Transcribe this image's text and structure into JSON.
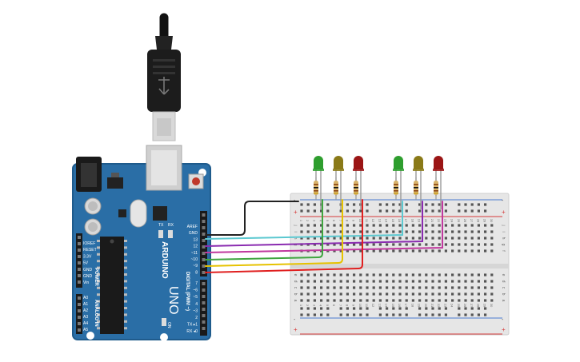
{
  "arduino": {
    "brand": "ARDUINO",
    "model": "UNO",
    "label_tx": "TX",
    "label_rx": "RX",
    "label_on": "ON",
    "label_power": "POWER",
    "label_analog_in": "ANALOG IN",
    "label_digital": "DIGITAL (PWM ~)",
    "power_pins": [
      "IOREF",
      "RESET",
      "3.3V",
      "5V",
      "GND",
      "GND",
      "Vin"
    ],
    "analog_pins": [
      "A0",
      "A1",
      "A2",
      "A3",
      "A4",
      "A5"
    ],
    "digital_top": [
      "AREF",
      "GND",
      "13",
      "12",
      "~11",
      "~10",
      "~9",
      "8"
    ],
    "digital_bottom": [
      "7",
      "~6",
      "~5",
      "4",
      "~3",
      "2",
      "TX ▸1",
      "RX ◂0"
    ]
  },
  "breadboard": {
    "rows_top": [
      "j",
      "i",
      "h",
      "g",
      "f"
    ],
    "rows_bottom": [
      "e",
      "d",
      "c",
      "b",
      "a"
    ],
    "column_numbers": [
      "1",
      "2",
      "3",
      "4",
      "5",
      "6",
      "7",
      "8",
      "9",
      "10",
      "11",
      "12",
      "13",
      "14",
      "15",
      "16",
      "17",
      "18",
      "19",
      "20",
      "21",
      "22",
      "23",
      "24",
      "25",
      "26",
      "27",
      "28",
      "29",
      "30"
    ],
    "rail_plus": "+",
    "rail_minus": "-"
  },
  "leds": [
    {
      "color": "#2e9e2e"
    },
    {
      "color": "#8a7a18"
    },
    {
      "color": "#9b1515"
    },
    {
      "color": "#2e9e2e"
    },
    {
      "color": "#8a7a18"
    },
    {
      "color": "#9b1515"
    }
  ],
  "wires": [
    {
      "name": "gnd",
      "color": "#222222"
    },
    {
      "name": "pin13",
      "color": "#5bc8d0"
    },
    {
      "name": "pin12",
      "color": "#8a2bb0"
    },
    {
      "name": "pin11",
      "color": "#c0399e"
    },
    {
      "name": "pin10",
      "color": "#3fa53f"
    },
    {
      "name": "pin9",
      "color": "#e6c200"
    },
    {
      "name": "pin8",
      "color": "#e02020"
    }
  ],
  "colors": {
    "board": "#2a6ea6",
    "board_dark": "#1f5b8c",
    "breadboard": "#e6e6e6"
  }
}
